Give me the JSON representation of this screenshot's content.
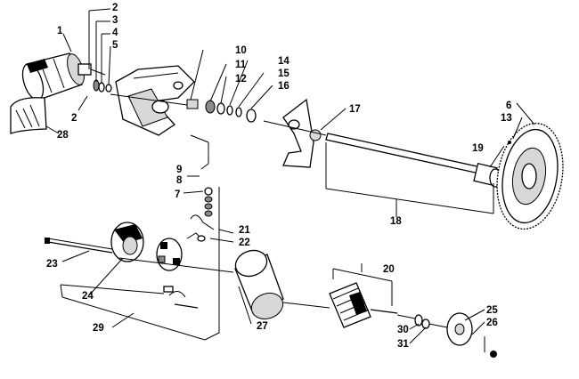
{
  "diagram": {
    "callouts": {
      "c1": "1",
      "c2a": "2",
      "c3": "3",
      "c4": "4",
      "c5": "5",
      "c2b": "2",
      "c28": "28",
      "c10": "10",
      "c11": "11",
      "c12": "12",
      "c14": "14",
      "c15": "15",
      "c16": "16",
      "c9": "9",
      "c8": "8",
      "c17": "17",
      "c6": "6",
      "c13": "13",
      "c19": "19",
      "c18": "18",
      "c7": "7",
      "c21": "21",
      "c22": "22",
      "c23": "23",
      "c24": "24",
      "c20": "20",
      "c29": "29",
      "c27": "27",
      "c30": "30",
      "c31": "31",
      "c25": "25",
      "c26": "26"
    }
  }
}
